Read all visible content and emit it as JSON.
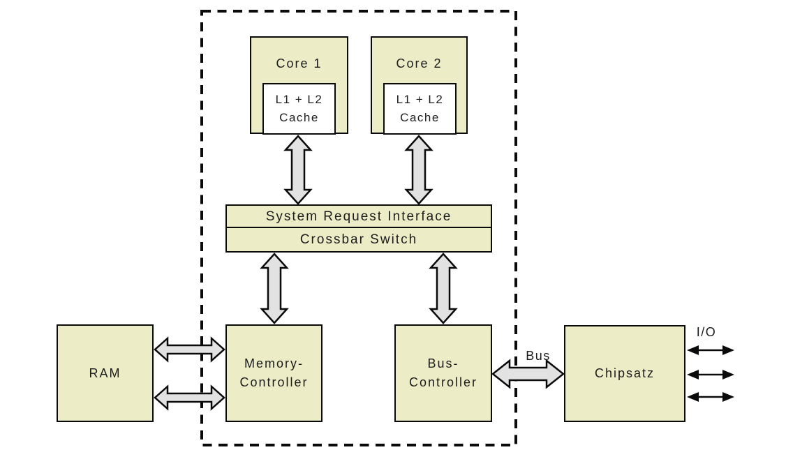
{
  "colors": {
    "box_fill": "#ecedc6",
    "cache_fill": "#ffffff",
    "arrow_fill": "#e2e2e2",
    "border": "#0a0a0a"
  },
  "nodes": {
    "core1": {
      "label": "Core 1"
    },
    "core2": {
      "label": "Core 2"
    },
    "cache1": {
      "line1": "L1 + L2",
      "line2": "Cache"
    },
    "cache2": {
      "line1": "L1 + L2",
      "line2": "Cache"
    },
    "sri": {
      "label": "System Request Interface"
    },
    "crossbar": {
      "label": "Crossbar Switch"
    },
    "memory_controller": {
      "line1": "Memory-",
      "line2": "Controller"
    },
    "bus_controller": {
      "line1": "Bus-",
      "line2": "Controller"
    },
    "ram": {
      "label": "RAM"
    },
    "chipset": {
      "label": "Chipsatz"
    }
  },
  "labels": {
    "bus": "Bus",
    "io": "I/O"
  }
}
